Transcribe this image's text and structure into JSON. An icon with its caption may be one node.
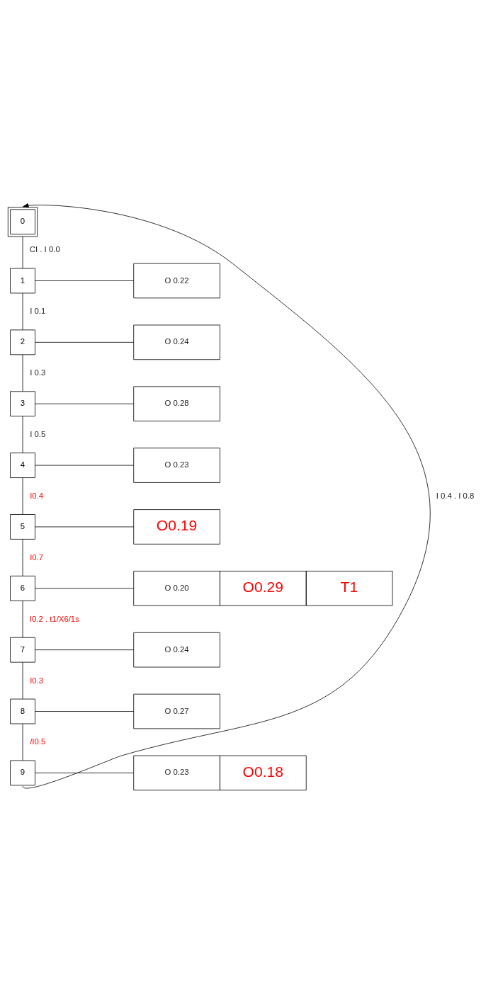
{
  "diagram": {
    "nodes": [
      {
        "text": [
          "0"
        ]
      },
      {
        "text": [
          "1"
        ]
      },
      {
        "text": [
          "O 0.22"
        ]
      },
      {
        "text": [
          "2"
        ]
      },
      {
        "text": [
          "O 0.24"
        ]
      },
      {
        "text": [
          "3"
        ]
      },
      {
        "text": [
          "O 0.28"
        ]
      },
      {
        "text": [
          "4"
        ]
      },
      {
        "text": [
          "O 0.23"
        ]
      },
      {
        "text": [
          "5"
        ]
      },
      {
        "text": [
          "O0.19"
        ]
      },
      {
        "text": [
          "6"
        ]
      },
      {
        "text": [
          "O 0.20",
          "O0.29",
          "T1"
        ]
      },
      {
        "text": [
          "7"
        ]
      },
      {
        "text": [
          "O 0.24"
        ]
      },
      {
        "text": [
          "8"
        ]
      },
      {
        "text": [
          "O 0.27"
        ]
      },
      {
        "text": [
          "9"
        ]
      },
      {
        "text": [
          "O 0.23",
          "O0.18"
        ]
      }
    ],
    "edges": [
      {
        "from": 0,
        "to": 1,
        "arrow": "none",
        "label": "CI . I 0.0"
      },
      {
        "from": 1,
        "to": 2,
        "arrow": "none"
      },
      {
        "from": 1,
        "to": 3,
        "arrow": "none",
        "label": "I 0.1"
      },
      {
        "from": 3,
        "to": 4,
        "arrow": "none"
      },
      {
        "from": 3,
        "to": 5,
        "arrow": "none",
        "label": "I 0.3"
      },
      {
        "from": 5,
        "to": 6,
        "arrow": "none"
      },
      {
        "from": 5,
        "to": 7,
        "arrow": "none",
        "label": "I 0.5"
      },
      {
        "from": 7,
        "to": 8,
        "arrow": "none"
      },
      {
        "from": 7,
        "to": 9,
        "arrow": "none",
        "label": "I0.4"
      },
      {
        "from": 9,
        "to": 10,
        "arrow": "none"
      },
      {
        "from": 9,
        "to": 11,
        "arrow": "none",
        "label": "I0.7"
      },
      {
        "from": 11,
        "to": 12,
        "arrow": "none"
      },
      {
        "from": 11,
        "to": 13,
        "arrow": "none",
        "label": "I0.2 . t1/X6/1s"
      },
      {
        "from": 13,
        "to": 14,
        "arrow": "none"
      },
      {
        "from": 13,
        "to": 15,
        "arrow": "none",
        "label": "I0.3"
      },
      {
        "from": 15,
        "to": 16,
        "arrow": "none"
      },
      {
        "from": 15,
        "to": 17,
        "arrow": "none",
        "label": "/I0.5"
      },
      {
        "from": 17,
        "to": 18,
        "arrow": "none"
      },
      {
        "from": 17,
        "to": 0,
        "arrow": "to",
        "label": "I 0.4 . I 0.8"
      }
    ]
  }
}
